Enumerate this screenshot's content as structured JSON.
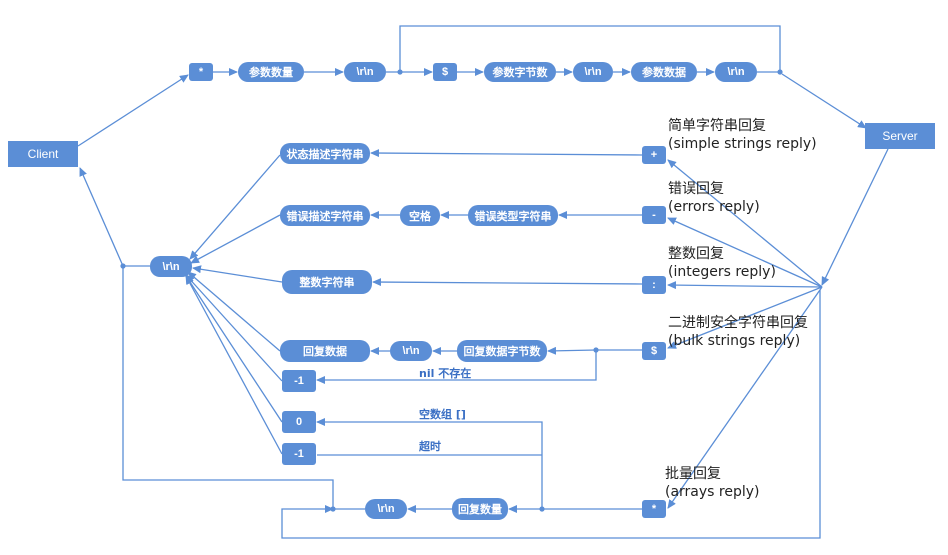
{
  "nodes": {
    "client": "Client",
    "server": "Server",
    "req_star": "*",
    "req_param_count": "参数数量",
    "req_crlf1": "\\r\\n",
    "req_dollar": "$",
    "req_param_bytes": "参数字节数",
    "req_crlf2": "\\r\\n",
    "req_param_data": "参数数据",
    "req_crlf3": "\\r\\n",
    "plus": "+",
    "minus": "-",
    "colon": ":",
    "dollar": "$",
    "star": "*",
    "status_str": "状态描述字符串",
    "err_desc_str": "错误描述字符串",
    "space": "空格",
    "err_type_str": "错误类型字符串",
    "int_str": "整数字符串",
    "reply_data": "回复数据",
    "crlf_bulk": "\\r\\n",
    "reply_data_bytes": "回复数据字节数",
    "neg1_bulk": "-1",
    "zero": "0",
    "neg1_arr": "-1",
    "crlf_arr": "\\r\\n",
    "reply_count": "回复数量",
    "crlf_main": "\\r\\n"
  },
  "labels": {
    "simple_cn": "简单字符串回复",
    "simple_en": "(simple strings reply)",
    "errors_cn": "错误回复",
    "errors_en": "(errors reply)",
    "integers_cn": "整数回复",
    "integers_en": "(integers reply)",
    "bulk_cn": "二进制安全字符串回复",
    "bulk_en": "(bulk strings reply)",
    "arrays_cn": "批量回复",
    "arrays_en": "(arrays reply)"
  },
  "edge_labels": {
    "nil": "nil 不存在",
    "empty_array": "空数组 []",
    "timeout": "超时"
  },
  "colors": {
    "node": "#5b8ed6",
    "line": "#5b8ed6",
    "edge_label": "#3a6fc4"
  }
}
